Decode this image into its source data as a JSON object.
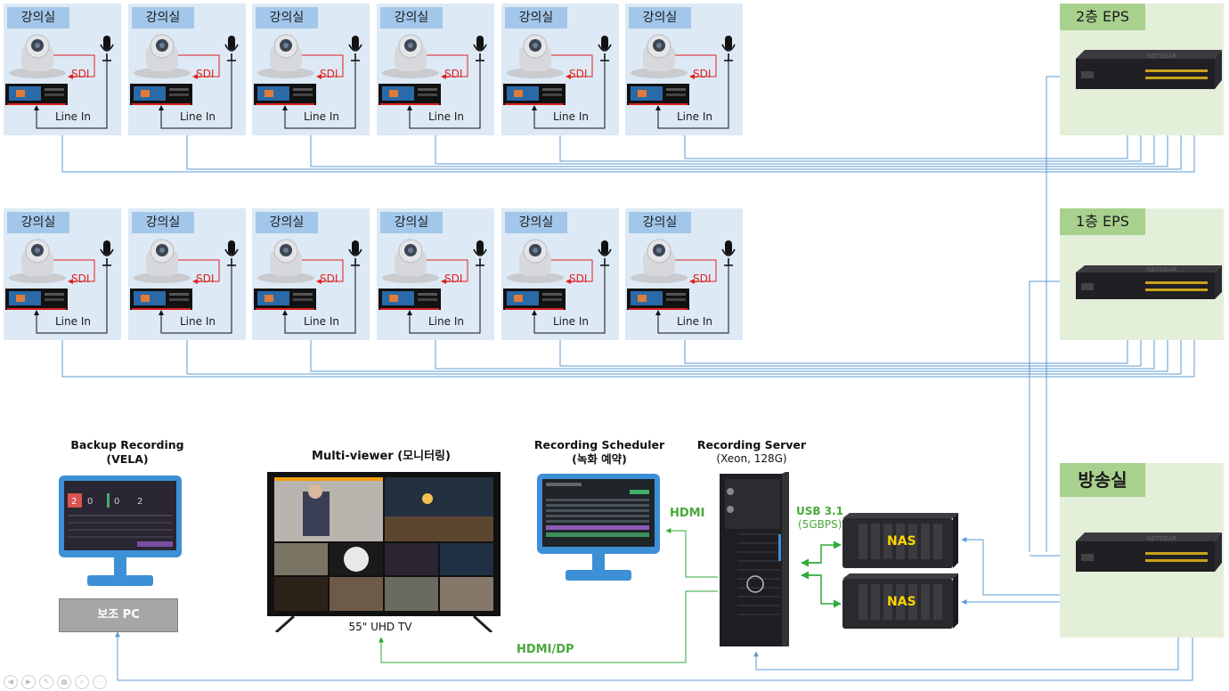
{
  "rooms": {
    "label": "강의실",
    "sdi": "SDI",
    "line_in": "Line In",
    "floor2_count": 6,
    "floor1_count": 6
  },
  "eps": {
    "floor2": "2층 EPS",
    "floor1": "1층 EPS",
    "studio": "방송실"
  },
  "devices": {
    "backup_title": "Backup Recording",
    "backup_sub": "(VELA)",
    "backup_pc": "보조 PC",
    "multiviewer_title": "Multi-viewer (모니터링)",
    "tv_label": "55\" UHD TV",
    "scheduler_title": "Recording Scheduler",
    "scheduler_sub": "(녹화 예약)",
    "server_title": "Recording Server",
    "server_sub": "(Xeon, 128G)",
    "nas1": "NAS",
    "nas2": "NAS",
    "hdmi": "HDMI",
    "hdmi_dp": "HDMI/DP",
    "usb": "USB 3.1",
    "usb_speed": "(5GBPS)",
    "switch_brand": "NETGEAR",
    "mv_numbers": [
      "2",
      "0",
      "0",
      "2"
    ]
  },
  "colors": {
    "room_bg": "#dde9f5",
    "room_label": "#a3c7ea",
    "eps_bg": "#e3efd9",
    "eps_label": "#a9d18e",
    "network_line": "#5b9bd5",
    "sdi_line": "#e02020",
    "hdmi_line": "#2eaa3c",
    "usb_label": "#4aa83c"
  }
}
